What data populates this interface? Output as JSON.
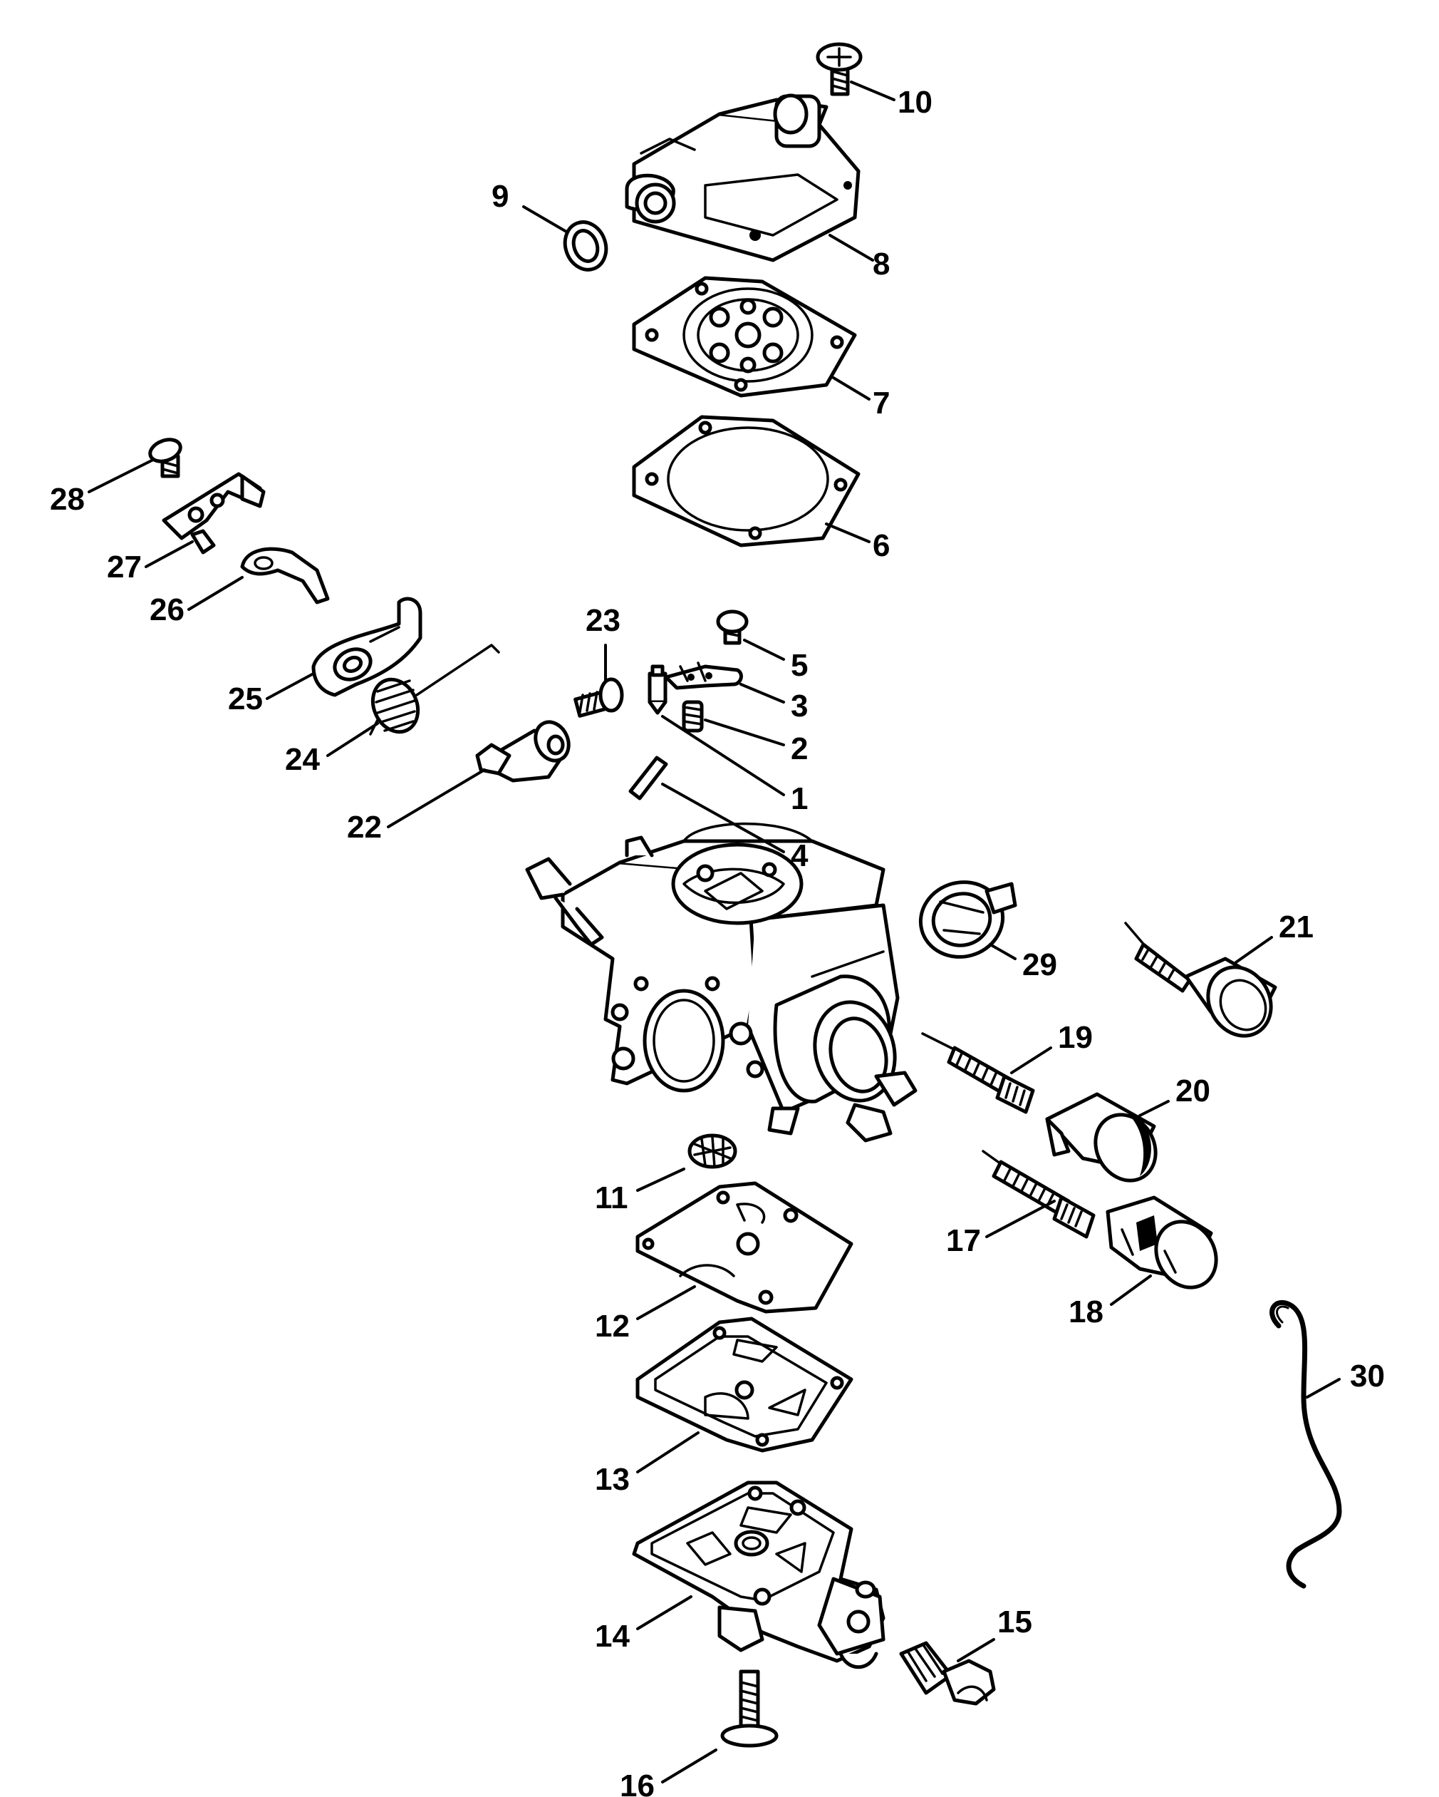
{
  "callouts": [
    {
      "id": "10",
      "text": "10"
    },
    {
      "id": "9",
      "text": "9"
    },
    {
      "id": "8",
      "text": "8"
    },
    {
      "id": "7",
      "text": "7"
    },
    {
      "id": "6",
      "text": "6"
    },
    {
      "id": "28",
      "text": "28"
    },
    {
      "id": "27",
      "text": "27"
    },
    {
      "id": "26",
      "text": "26"
    },
    {
      "id": "25",
      "text": "25"
    },
    {
      "id": "24",
      "text": "24"
    },
    {
      "id": "23",
      "text": "23"
    },
    {
      "id": "22",
      "text": "22"
    },
    {
      "id": "5",
      "text": "5"
    },
    {
      "id": "3",
      "text": "3"
    },
    {
      "id": "2",
      "text": "2"
    },
    {
      "id": "1",
      "text": "1"
    },
    {
      "id": "4",
      "text": "4"
    },
    {
      "id": "29",
      "text": "29"
    },
    {
      "id": "21",
      "text": "21"
    },
    {
      "id": "19",
      "text": "19"
    },
    {
      "id": "20",
      "text": "20"
    },
    {
      "id": "11",
      "text": "11"
    },
    {
      "id": "17",
      "text": "17"
    },
    {
      "id": "18",
      "text": "18"
    },
    {
      "id": "12",
      "text": "12"
    },
    {
      "id": "30",
      "text": "30"
    },
    {
      "id": "13",
      "text": "13"
    },
    {
      "id": "14",
      "text": "14"
    },
    {
      "id": "15",
      "text": "15"
    },
    {
      "id": "16",
      "text": "16"
    }
  ],
  "colors": {
    "line": "#000000",
    "background": "#ffffff"
  }
}
